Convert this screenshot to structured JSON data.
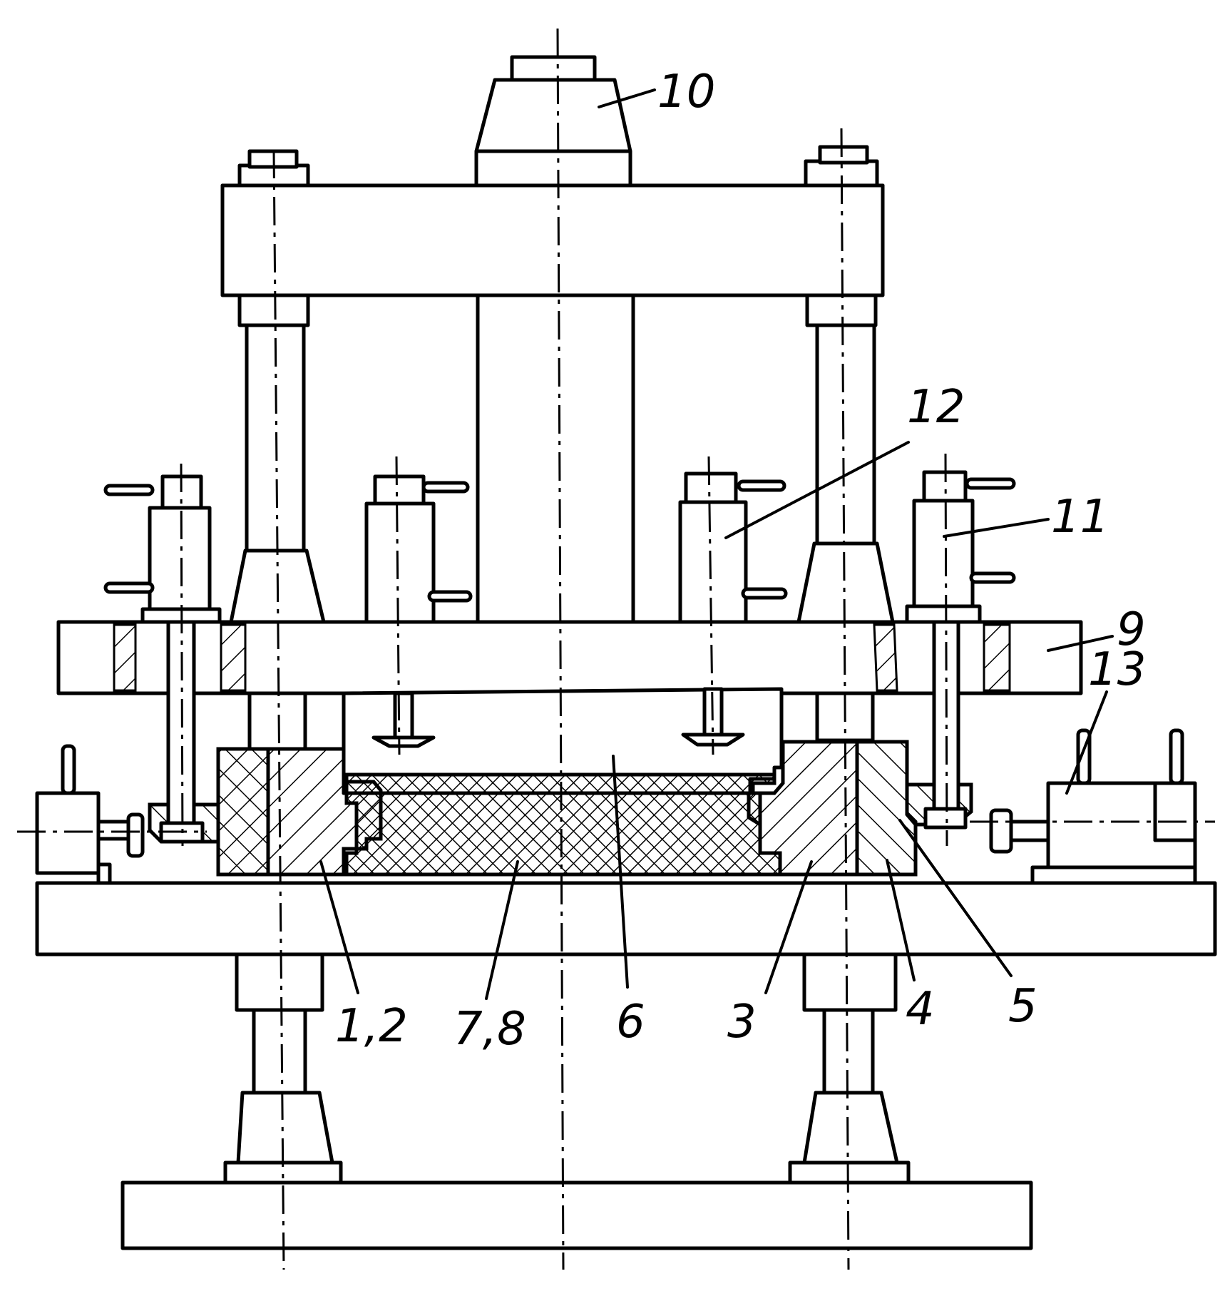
{
  "figure": {
    "labels": {
      "l10": "10",
      "l12": "12",
      "l11": "11",
      "l9": "9",
      "l13": "13",
      "l12b": "1,2",
      "l78": "7,8",
      "l6": "6",
      "l3": "3",
      "l4": "4",
      "l5": "5"
    },
    "colors": {
      "line": "#000000",
      "background": "#ffffff"
    }
  }
}
